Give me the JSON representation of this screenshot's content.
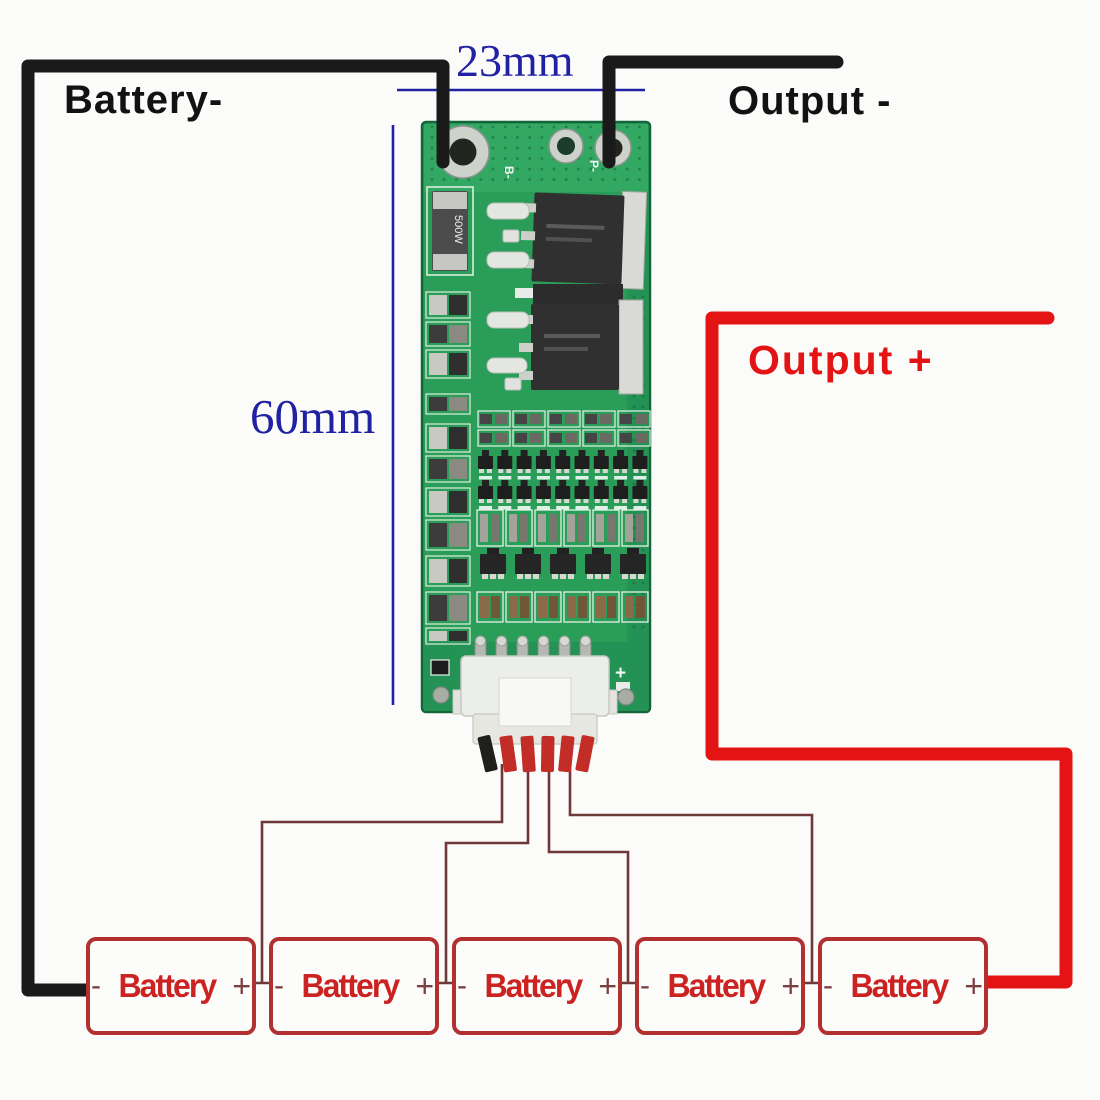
{
  "diagram": {
    "labels": {
      "battery_minus": "Battery-",
      "output_minus": "Output -",
      "output_plus": "Output +"
    },
    "dimensions": {
      "board_width": "23mm",
      "board_height": "60mm"
    },
    "pcb": {
      "shunt_label": "500W",
      "pad_b_minus": "B-",
      "pad_p_minus": "P-",
      "pad_plus": "+"
    },
    "batteries": {
      "cells": [
        {
          "minus": "-",
          "label": "Battery",
          "plus": "+"
        },
        {
          "minus": "-",
          "label": "Battery",
          "plus": "+"
        },
        {
          "minus": "-",
          "label": "Battery",
          "plus": "+"
        },
        {
          "minus": "-",
          "label": "Battery",
          "plus": "+"
        },
        {
          "minus": "-",
          "label": "Battery",
          "plus": "+"
        }
      ]
    },
    "colors": {
      "label_color": "#121212",
      "wire_black": "#1a1a1a",
      "wire_red": "#e41414",
      "balance_wire": "#6e3838",
      "dimension_blue": "#2121a3",
      "battery_border": "#b23030",
      "battery_text": "#cb2222",
      "terminal_sign": "#7a4040",
      "pcb_green": "#2a9e59"
    }
  }
}
